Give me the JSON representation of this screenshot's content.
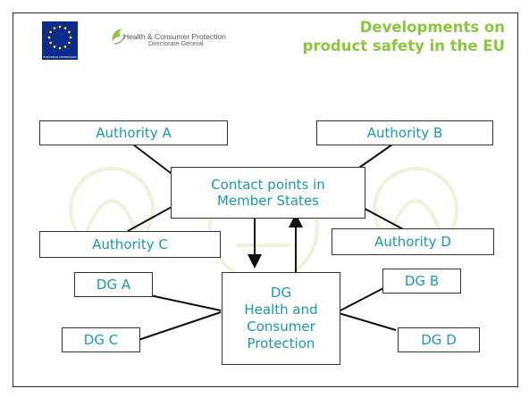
{
  "header": {
    "eu_flag_icon": "eu-flag-icon",
    "eu_caption": "EUROPEAN COMMISSION",
    "dg_logo_icon": "dg-swirl-logo-icon",
    "dg_name": "Health & Consumer Protection",
    "dg_sub": "Directorate-General",
    "title_line1": "Developments on",
    "title_line2": "product safety in the EU",
    "title_color": "#8cc63f"
  },
  "diagram": {
    "box_text_color": "#1a9aa8",
    "authority_a": "Authority A",
    "authority_b": "Authority B",
    "authority_c": "Authority C",
    "authority_d": "Authority D",
    "contact_line1": "Contact points in",
    "contact_line2": "Member States",
    "dg_a": "DG A",
    "dg_b": "DG B",
    "dg_c": "DG C",
    "dg_d": "DG  D",
    "dg_center_line1": "DG",
    "dg_center_line2": "Health and",
    "dg_center_line3": "Consumer",
    "dg_center_line4": "Protection"
  }
}
